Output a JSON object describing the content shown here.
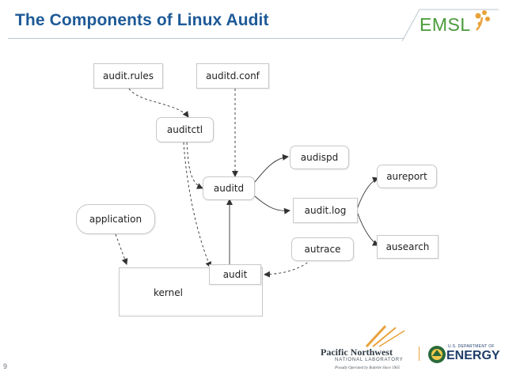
{
  "slide": {
    "title": "The Components of Linux Audit",
    "slide_number": "9"
  },
  "logos": {
    "emsl": "EMSL",
    "pnnl_name": "Pacific Northwest",
    "pnnl_sub": "NATIONAL LABORATORY",
    "pnnl_operated": "Proudly Operated by Battelle Since 1965",
    "doe_top": "U.S. DEPARTMENT OF",
    "doe_main": "ENERGY"
  },
  "diagram": {
    "nodes": {
      "audit_rules": "audit.rules",
      "auditd_conf": "auditd.conf",
      "auditctl": "auditctl",
      "audispd": "audispd",
      "auditd": "auditd",
      "audit_log": "audit.log",
      "aureport": "aureport",
      "application": "application",
      "autrace": "autrace",
      "ausearch": "ausearch",
      "audit": "audit",
      "kernel": "kernel"
    }
  },
  "colors": {
    "title": "#1e5a97",
    "emsl_green": "#4a9a3a",
    "box_border": "#c8c8c8",
    "line": "#333333"
  }
}
